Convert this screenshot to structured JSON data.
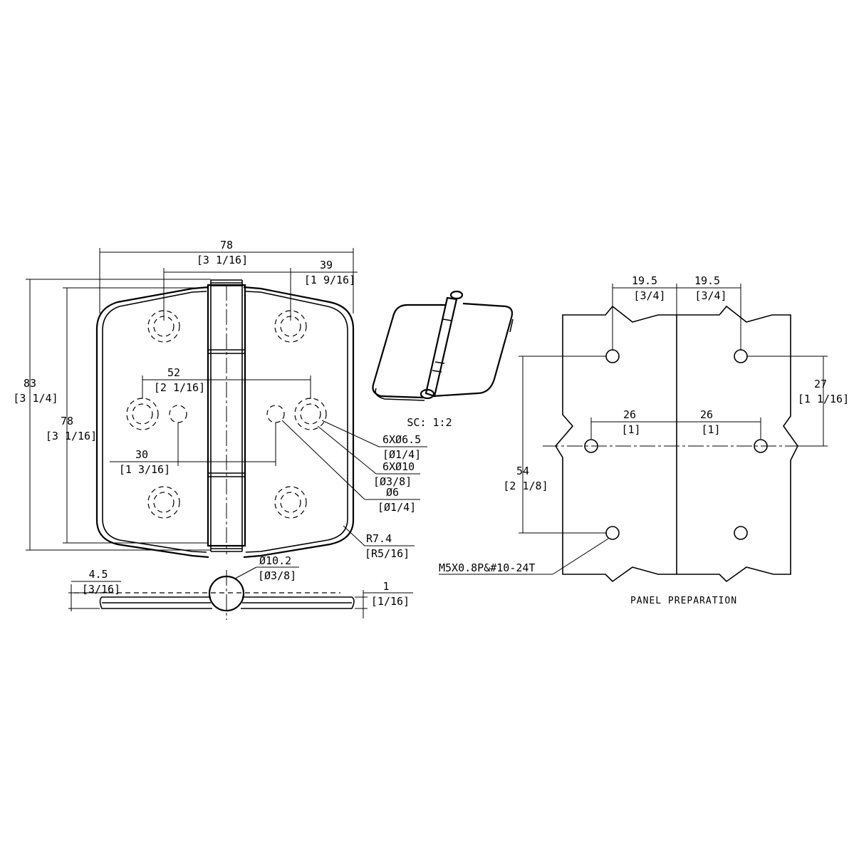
{
  "front_view": {
    "overall_width": {
      "mm": "78",
      "in": "[3 1/16]"
    },
    "half_width": {
      "mm": "39",
      "in": "[1 9/16]"
    },
    "overall_height": {
      "mm": "83",
      "in": "[3 1/4]"
    },
    "leaf_height": {
      "mm": "78",
      "in": "[3 1/16]"
    },
    "hole_spacing": {
      "mm": "52",
      "in": "[2 1/16]"
    },
    "hole_offset": {
      "mm": "30",
      "in": "[1 3/16]"
    },
    "hole_dia": {
      "mm": "6XØ6.5",
      "in": "[Ø1/4]"
    },
    "countersink_dia": {
      "mm": "6XØ10",
      "in": "[Ø3/8]"
    },
    "stud_dia": {
      "mm": "Ø6",
      "in": "[Ø1/4]"
    },
    "corner_radius": {
      "mm": "R7.4",
      "in": "[R5/16]"
    }
  },
  "side_view": {
    "knuckle_dia": {
      "mm": "Ø10.2",
      "in": "[Ø3/8]"
    },
    "height": {
      "mm": "4.5",
      "in": "[3/16]"
    },
    "thickness": {
      "mm": "1",
      "in": "[1/16]"
    }
  },
  "iso_view": {
    "scale": "SC: 1:2"
  },
  "panel": {
    "title": "PANEL PREPARATION",
    "left_offset": {
      "mm": "19.5",
      "in": "[3/4]"
    },
    "right_offset": {
      "mm": "19.5",
      "in": "[3/4]"
    },
    "vertical_spacing": {
      "mm": "27",
      "in": "[1 1/16]"
    },
    "center_left": {
      "mm": "26",
      "in": "[1]"
    },
    "center_right": {
      "mm": "26",
      "in": "[1]"
    },
    "hole_span": {
      "mm": "54",
      "in": "[2 1/8]"
    },
    "thread": "M5X0.8P&#10-24T"
  }
}
